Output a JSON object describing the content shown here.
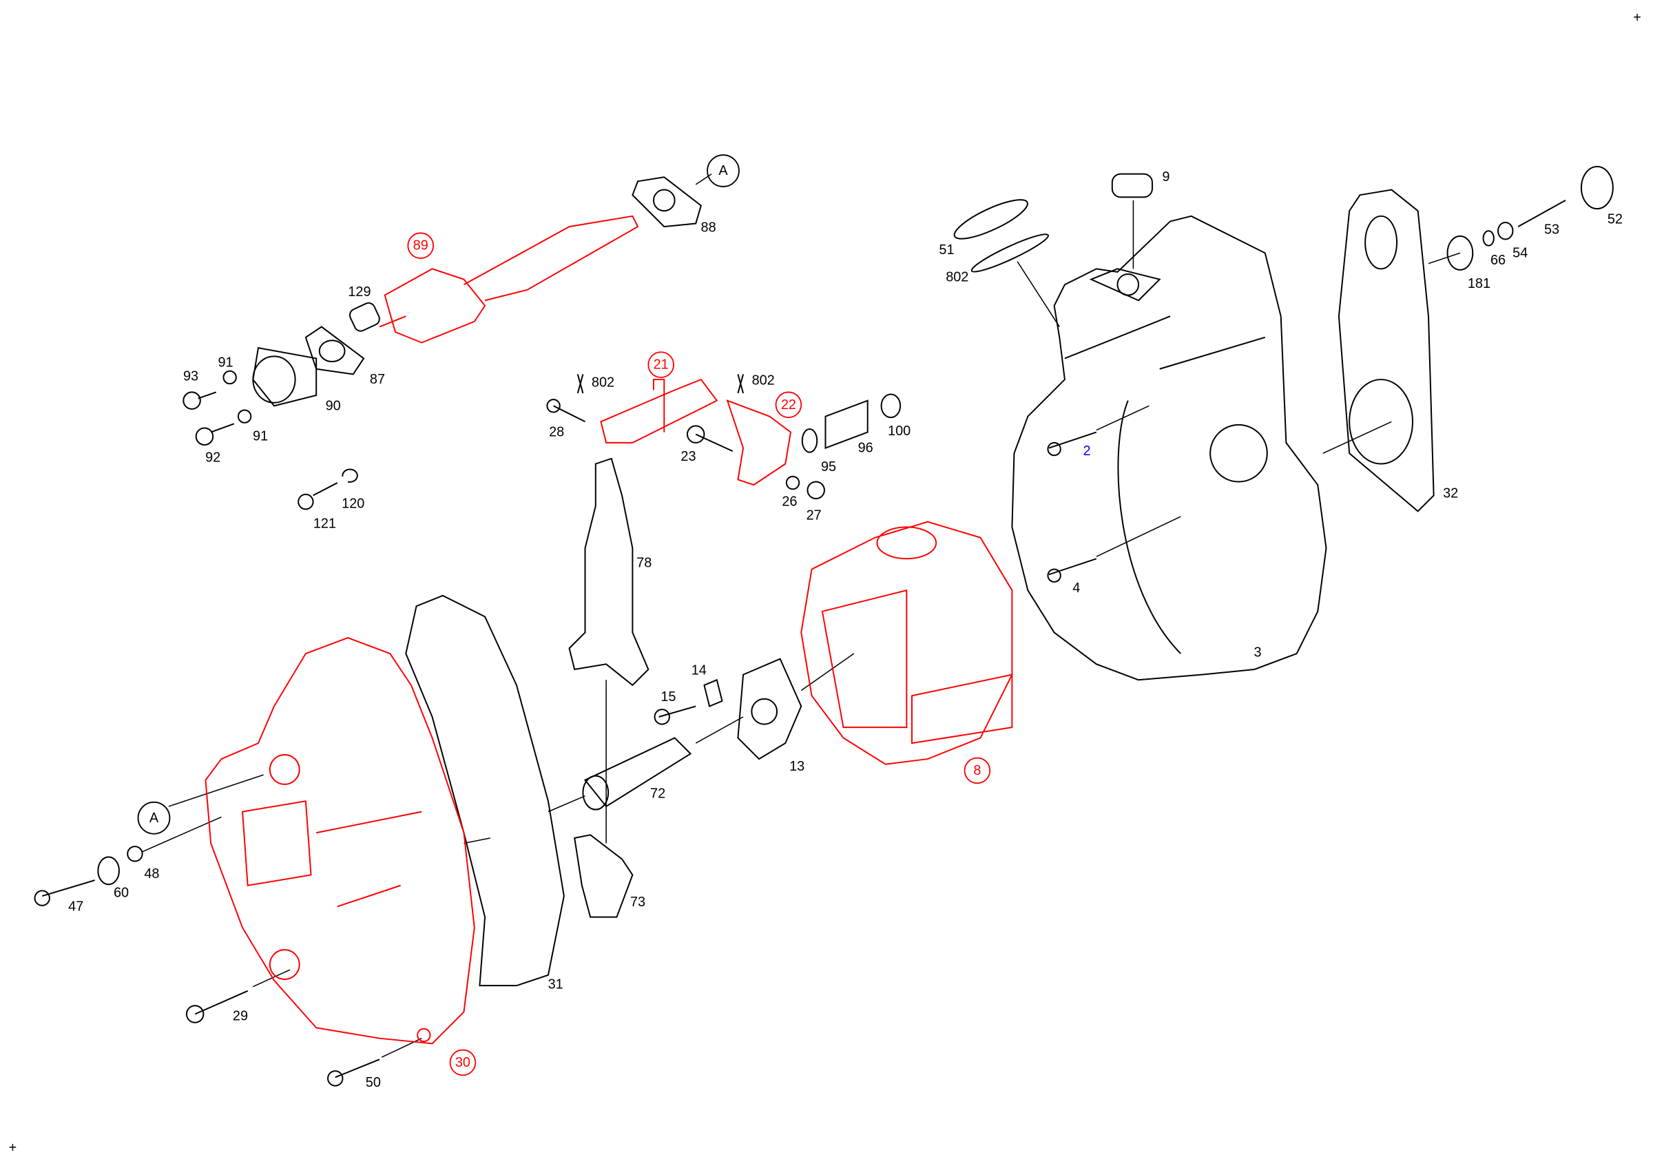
{
  "diagram": {
    "corner_marks": [
      "+",
      "+"
    ],
    "ref_markers": [
      "A",
      "A"
    ],
    "colors": {
      "line": "#000000",
      "highlight": "#ff0000",
      "info": "#0000ff"
    },
    "callouts_highlighted": [
      "89",
      "21",
      "22",
      "8",
      "30"
    ],
    "callouts_info": [
      "2"
    ],
    "callouts": [
      "88",
      "129",
      "91",
      "93",
      "87",
      "90",
      "91",
      "92",
      "120",
      "121",
      "802",
      "802",
      "28",
      "23",
      "95",
      "96",
      "100",
      "26",
      "27",
      "78",
      "14",
      "15",
      "13",
      "72",
      "48",
      "60",
      "47",
      "73",
      "31",
      "29",
      "50",
      "9",
      "51",
      "802",
      "3",
      "4",
      "32",
      "181",
      "66",
      "54",
      "53",
      "52"
    ]
  }
}
